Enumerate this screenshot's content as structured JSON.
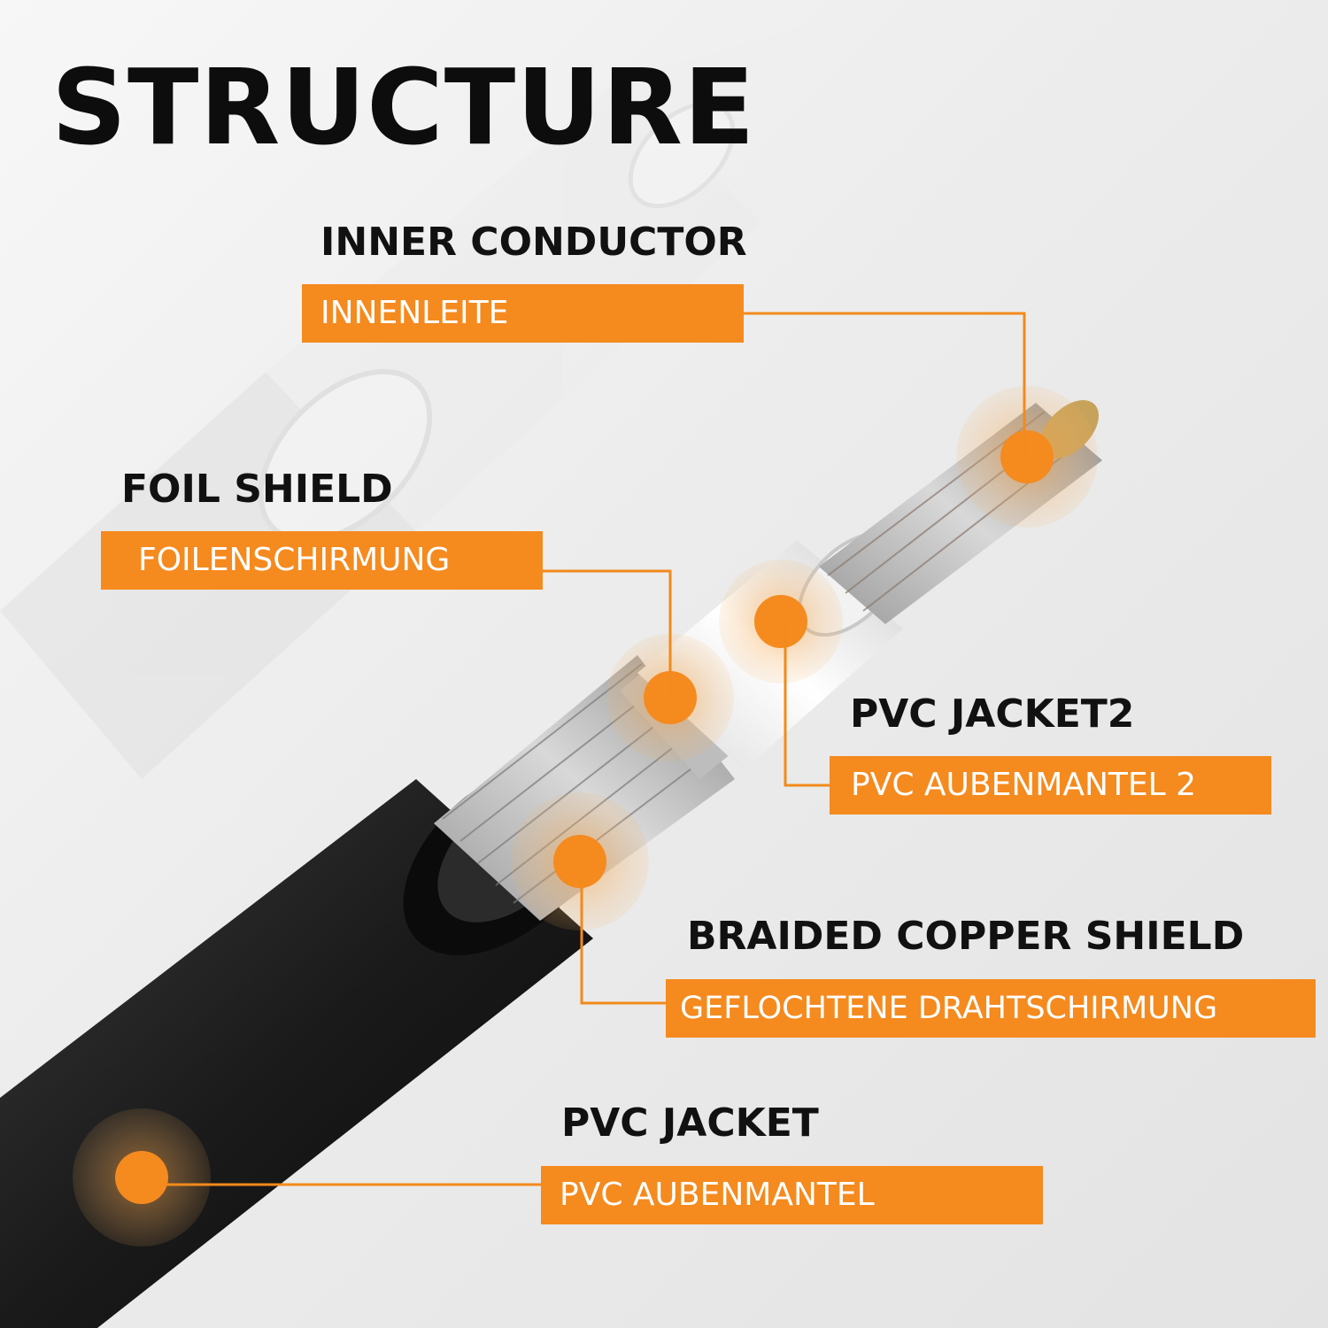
{
  "title": "STRUCTURE",
  "colors": {
    "accent": "#f58a1f",
    "leader": "#f28a1c",
    "cable_jacket": "#151515",
    "label_text": "#111111",
    "tag_text": "#ffffff"
  },
  "callouts": [
    {
      "name": "inner-conductor",
      "label": "INNER CONDUCTOR",
      "tag": "INNENLEITE"
    },
    {
      "name": "foil-shield",
      "label": "FOIL SHIELD",
      "tag": "FOILENSCHIRMUNG"
    },
    {
      "name": "pvc-jacket-2",
      "label": "PVC JACKET2",
      "tag": "PVC AUBENMANTEL 2"
    },
    {
      "name": "braided-copper-shield",
      "label": "BRAIDED COPPER SHIELD",
      "tag": "GEFLOCHTENE DRAHTSCHIRMUNG"
    },
    {
      "name": "pvc-jacket",
      "label": "PVC JACKET",
      "tag": "PVC AUBENMANTEL"
    }
  ]
}
